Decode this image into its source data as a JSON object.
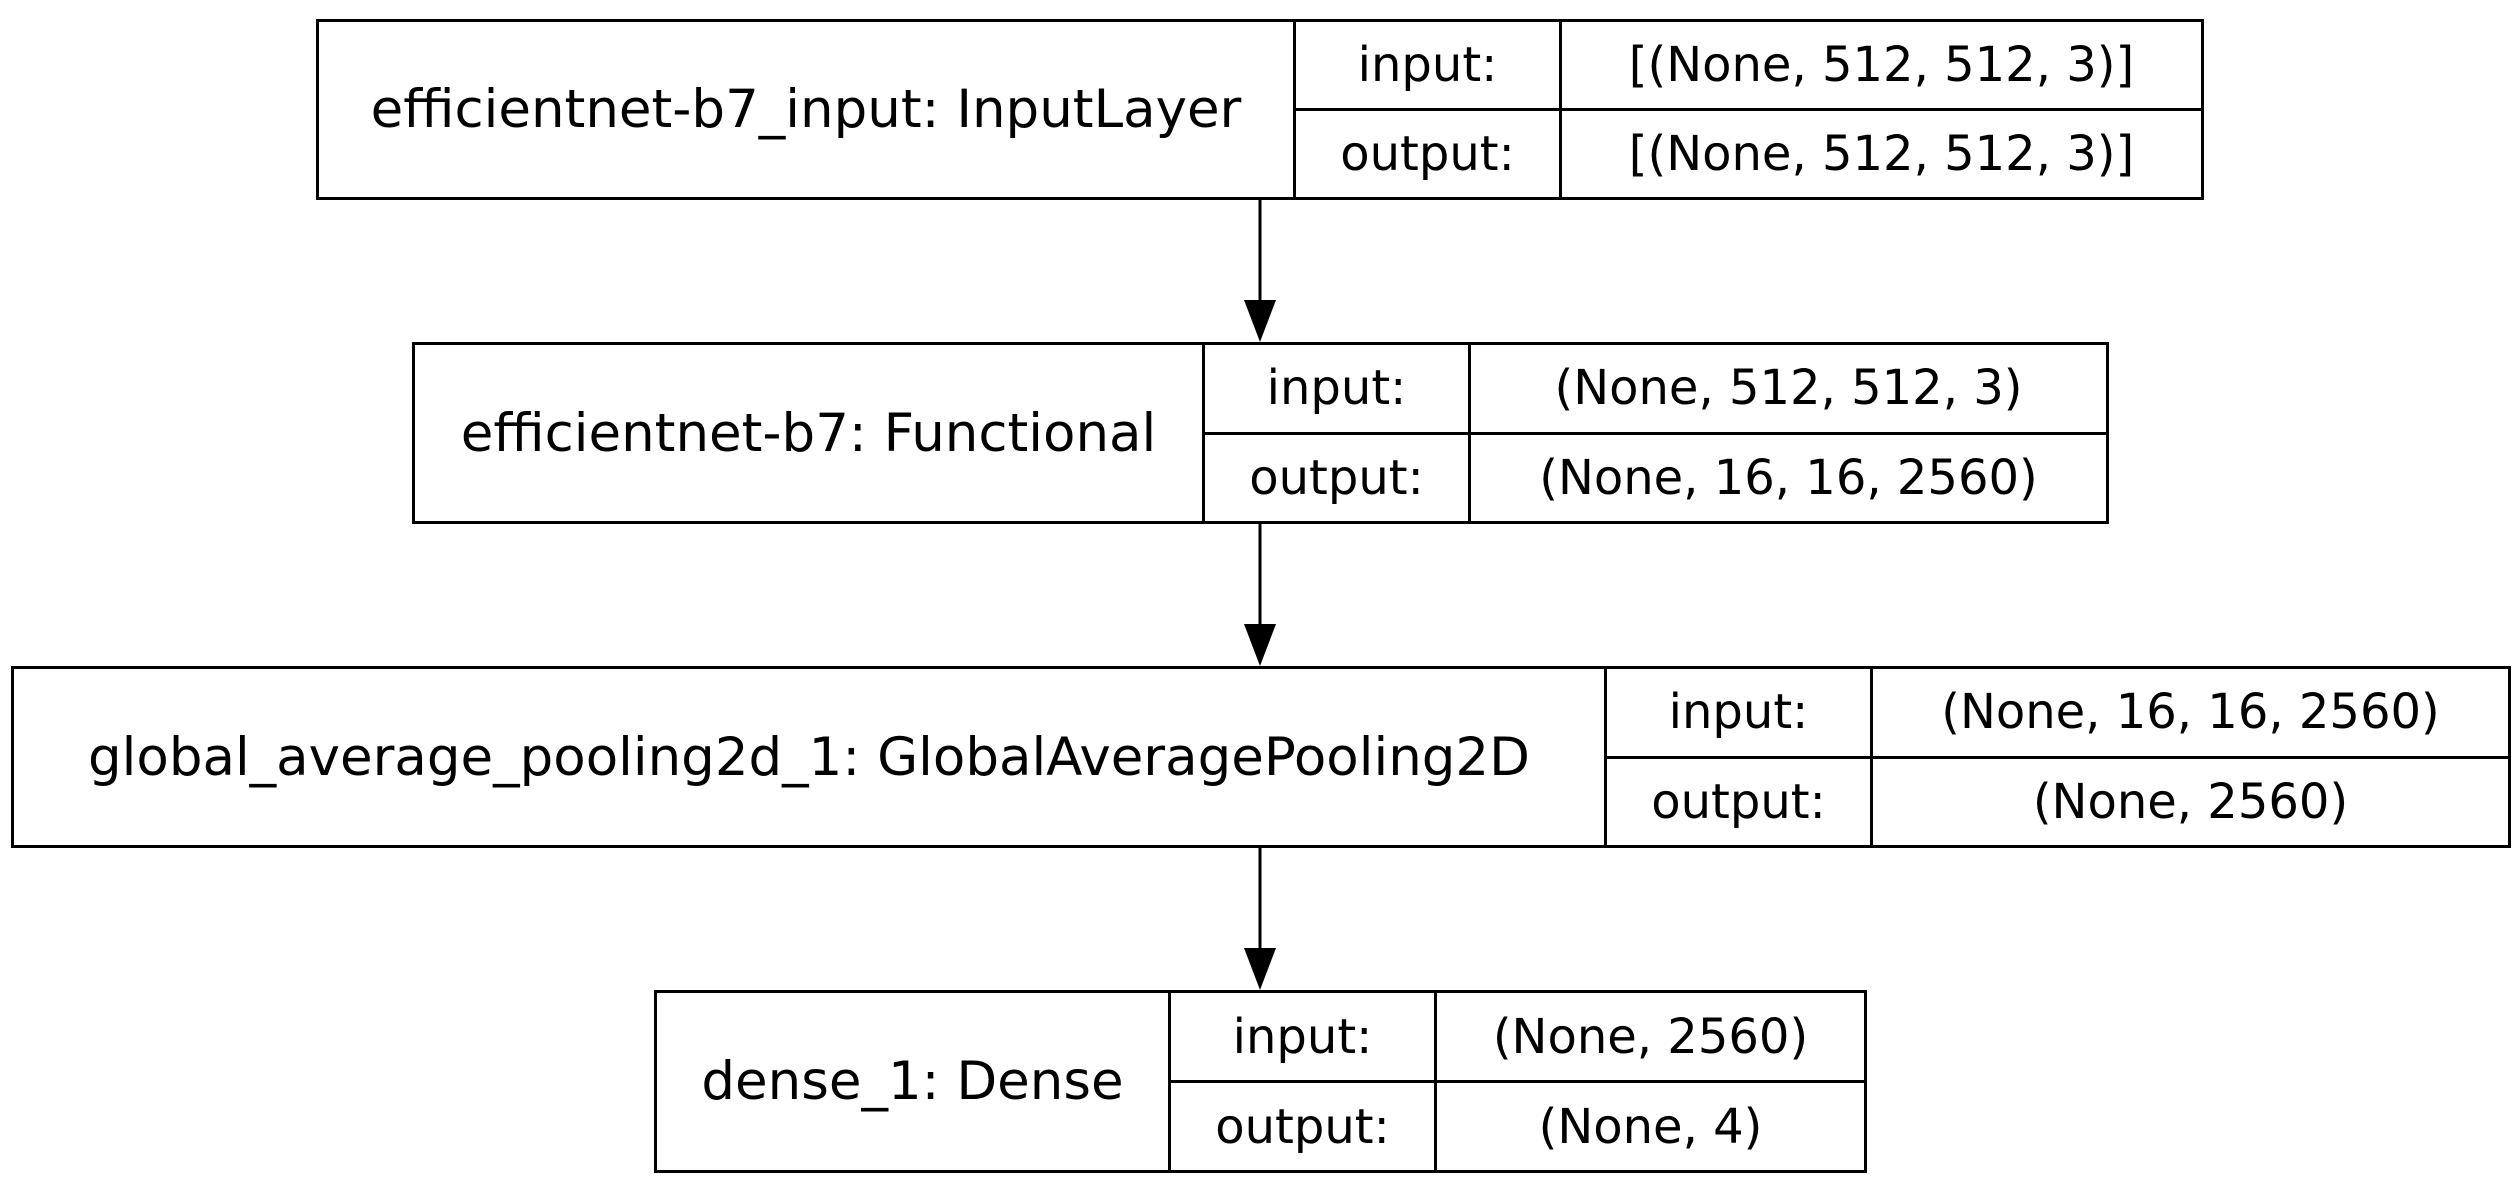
{
  "nodes": [
    {
      "label": "efficientnet-b7_input: InputLayer",
      "input_label": "input:",
      "output_label": "output:",
      "input_shape": "[(None, 512, 512, 3)]",
      "output_shape": "[(None, 512, 512, 3)]"
    },
    {
      "label": "efficientnet-b7: Functional",
      "input_label": "input:",
      "output_label": "output:",
      "input_shape": "(None, 512, 512, 3)",
      "output_shape": "(None, 16, 16, 2560)"
    },
    {
      "label": "global_average_pooling2d_1: GlobalAveragePooling2D",
      "input_label": "input:",
      "output_label": "output:",
      "input_shape": "(None, 16, 16, 2560)",
      "output_shape": "(None, 2560)"
    },
    {
      "label": "dense_1: Dense",
      "input_label": "input:",
      "output_label": "output:",
      "input_shape": "(None, 2560)",
      "output_shape": "(None, 4)"
    }
  ]
}
